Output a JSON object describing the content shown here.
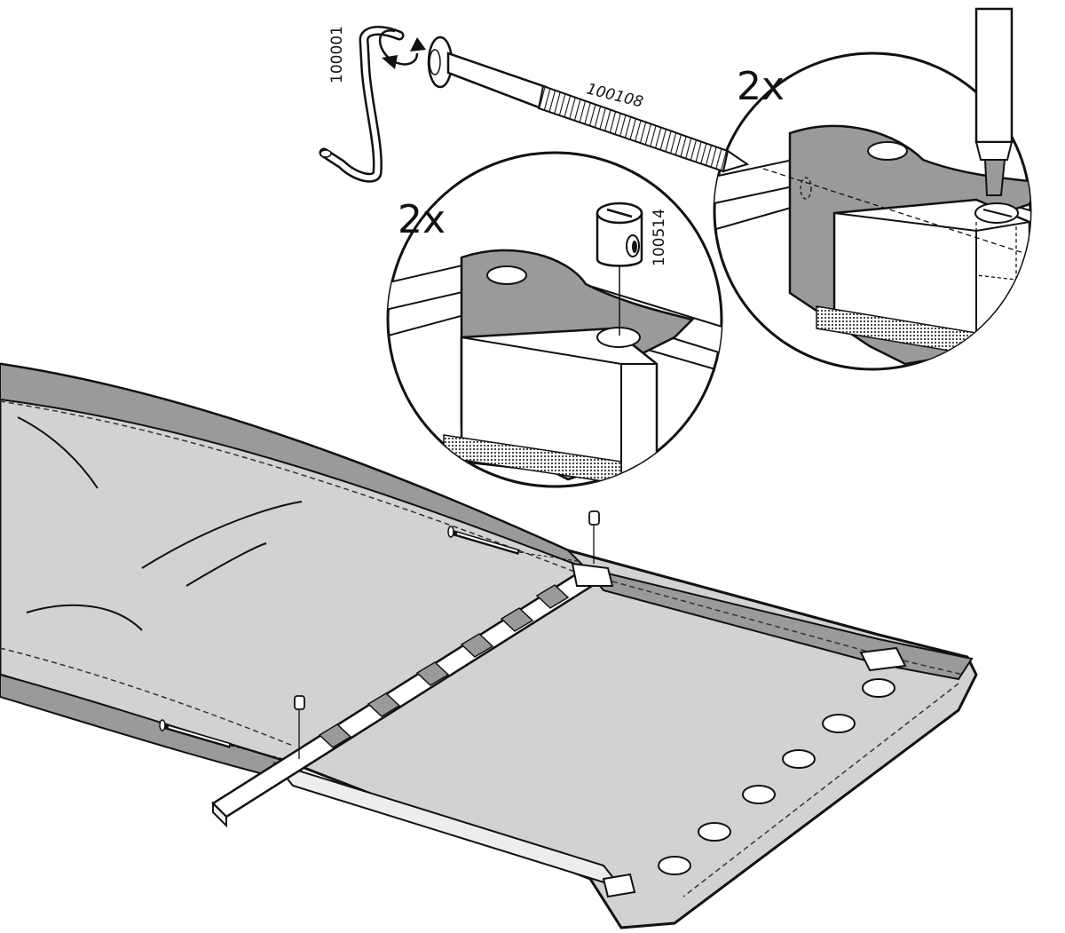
{
  "colors": {
    "ink": "#111111",
    "fabric": "#d2d2d2",
    "fabric_dark": "#9a9a9a",
    "wood": "#ffffff"
  },
  "labels": {
    "part_allen_key": "100001",
    "part_bolt": "100108",
    "part_barrel_nut": "100514",
    "qty_left_detail": "2x",
    "qty_right_detail": "2x"
  }
}
